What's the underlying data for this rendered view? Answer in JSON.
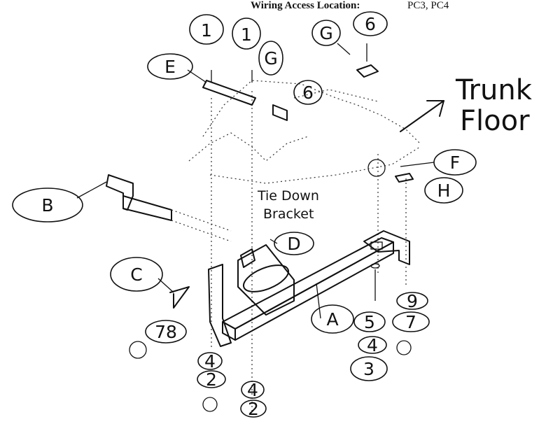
{
  "header": {
    "label": "Wiring Access Location:",
    "value": "PC3, PC4"
  },
  "annotations": {
    "trunk_line1": "Trunk",
    "trunk_line2": "Floor",
    "tie_down_line1": "Tie Down",
    "tie_down_line2": "Bracket"
  },
  "parts": {
    "A": "A",
    "B": "B",
    "C": "C",
    "D": "D",
    "E_top": "E",
    "F": "F",
    "G_left": "G",
    "G_right": "G",
    "H": "H"
  },
  "hardware": {
    "n1_left": "1",
    "n1_right": "1",
    "n6_top": "6",
    "n6_mid": "6",
    "n9": "9",
    "n5": "5",
    "n7_right": "7",
    "n4_right": "4",
    "n3": "3",
    "n78": "78",
    "n4_left_a": "4",
    "n2_left_a": "2",
    "n4_left_b": "4",
    "n2_left_b": "2"
  }
}
